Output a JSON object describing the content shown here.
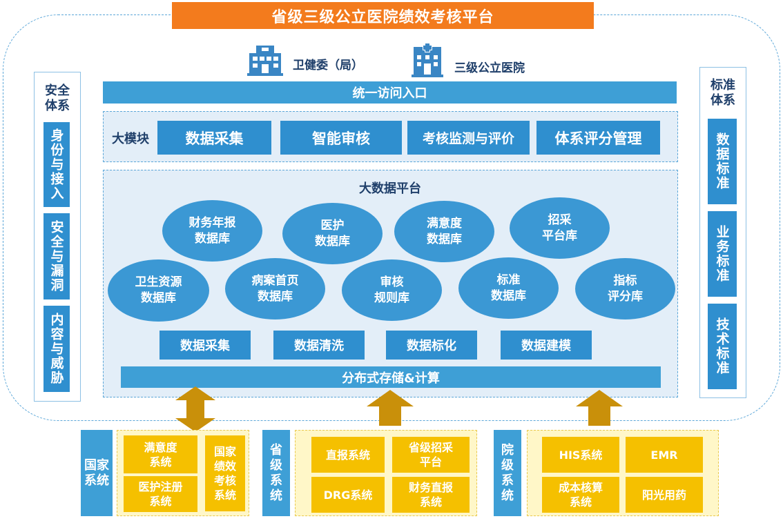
{
  "title": "省级三级公立医院绩效考核平台",
  "top_entities": [
    {
      "label": "卫健委（局）",
      "icon": "hospital-building-icon"
    },
    {
      "label": "三级公立医院",
      "icon": "hospital-cross-icon"
    }
  ],
  "access_bar": "统一访问入口",
  "modules": {
    "label": "大模块",
    "items": [
      "数据采集",
      "智能审核",
      "考核监测与评价",
      "体系评分管理"
    ]
  },
  "platform": {
    "title": "大数据平台",
    "databases": [
      "财务年报\n数据库",
      "医护\n数据库",
      "满意度\n数据库",
      "招采\n平台库",
      "卫生资源\n数据库",
      "病案首页\n数据库",
      "审核\n规则库",
      "标准\n数据库",
      "指标\n评分库"
    ],
    "processes": [
      "数据采集",
      "数据清洗",
      "数据标化",
      "数据建模"
    ],
    "storage": "分布式存储&计算"
  },
  "security": {
    "title": "安全\n体系",
    "items": [
      "身份与接入",
      "安全与漏洞",
      "内容与威胁"
    ]
  },
  "standards": {
    "title": "标准\n体系",
    "items": [
      "数据标准",
      "业务标准",
      "技术标准"
    ]
  },
  "source_systems": [
    {
      "label": "国家\n系统",
      "items": [
        "满意度\n系统",
        "国家\n绩效\n考核\n系统",
        "医护注册\n系统"
      ]
    },
    {
      "label": "省\n级\n系\n统",
      "items": [
        "直报系统",
        "省级招采\n平台",
        "DRG系统",
        "财务直报\n系统"
      ]
    },
    {
      "label": "院\n级\n系\n统",
      "items": [
        "HIS系统",
        "EMR",
        "成本核算\n系统",
        "阳光用药"
      ]
    }
  ],
  "colors": {
    "title_bg": "#f37b1d",
    "blue": "#3e9fd6",
    "yellow": "#f5c000",
    "arrow": "#c9900a"
  }
}
